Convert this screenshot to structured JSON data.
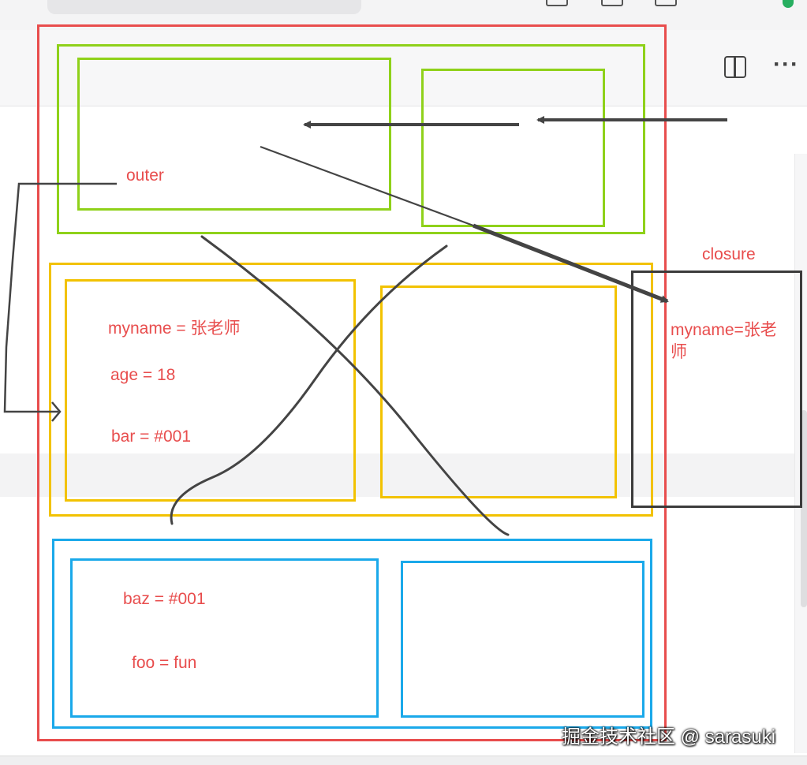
{
  "labels": {
    "outer": "outer",
    "closure": "closure",
    "myname": "myname = 张老师",
    "age": "age = 18",
    "bar": "bar = #001",
    "closure_myname_line1": "myname=张老",
    "closure_myname_line2": "师",
    "baz": "baz = #001",
    "foo": "foo = fun"
  },
  "watermark": "掘金技术社区 @ sarasuki",
  "toolbar": {
    "split_icon": "split-view-icon",
    "more_label": "···"
  },
  "colors": {
    "red": "#e84d4d",
    "green": "#8fd11a",
    "yellow": "#f2c200",
    "blue": "#1aa9ea",
    "dark": "#3b3b3b"
  }
}
